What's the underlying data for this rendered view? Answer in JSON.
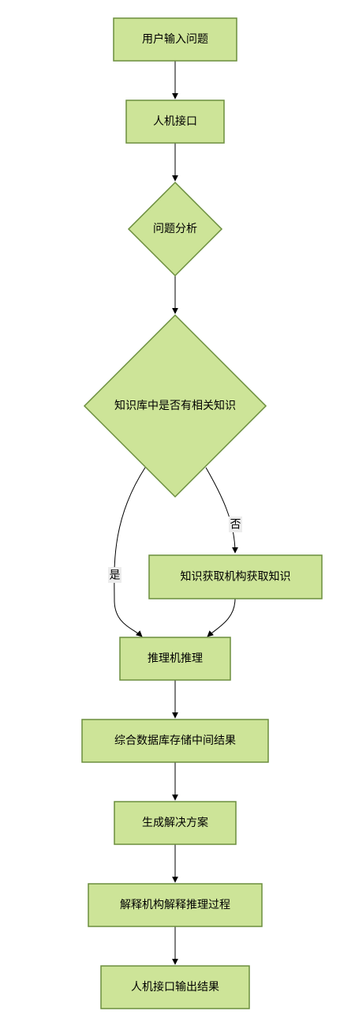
{
  "colors": {
    "node_fill": "#cde498",
    "node_stroke": "#6b8e3d",
    "edge": "#000000",
    "edge_label_bg": "#ececec"
  },
  "nodes": {
    "n1": "用户输入问题",
    "n2": "人机接口",
    "n3": "问题分析",
    "n4": "知识库中是否有相关知识",
    "n5": "知识获取机构获取知识",
    "n6": "推理机推理",
    "n7": "综合数据库存储中间结果",
    "n8": "生成解决方案",
    "n9": "解释机构解释推理过程",
    "n10": "人机接口输出结果"
  },
  "edges": {
    "yes": "是",
    "no": "否"
  }
}
